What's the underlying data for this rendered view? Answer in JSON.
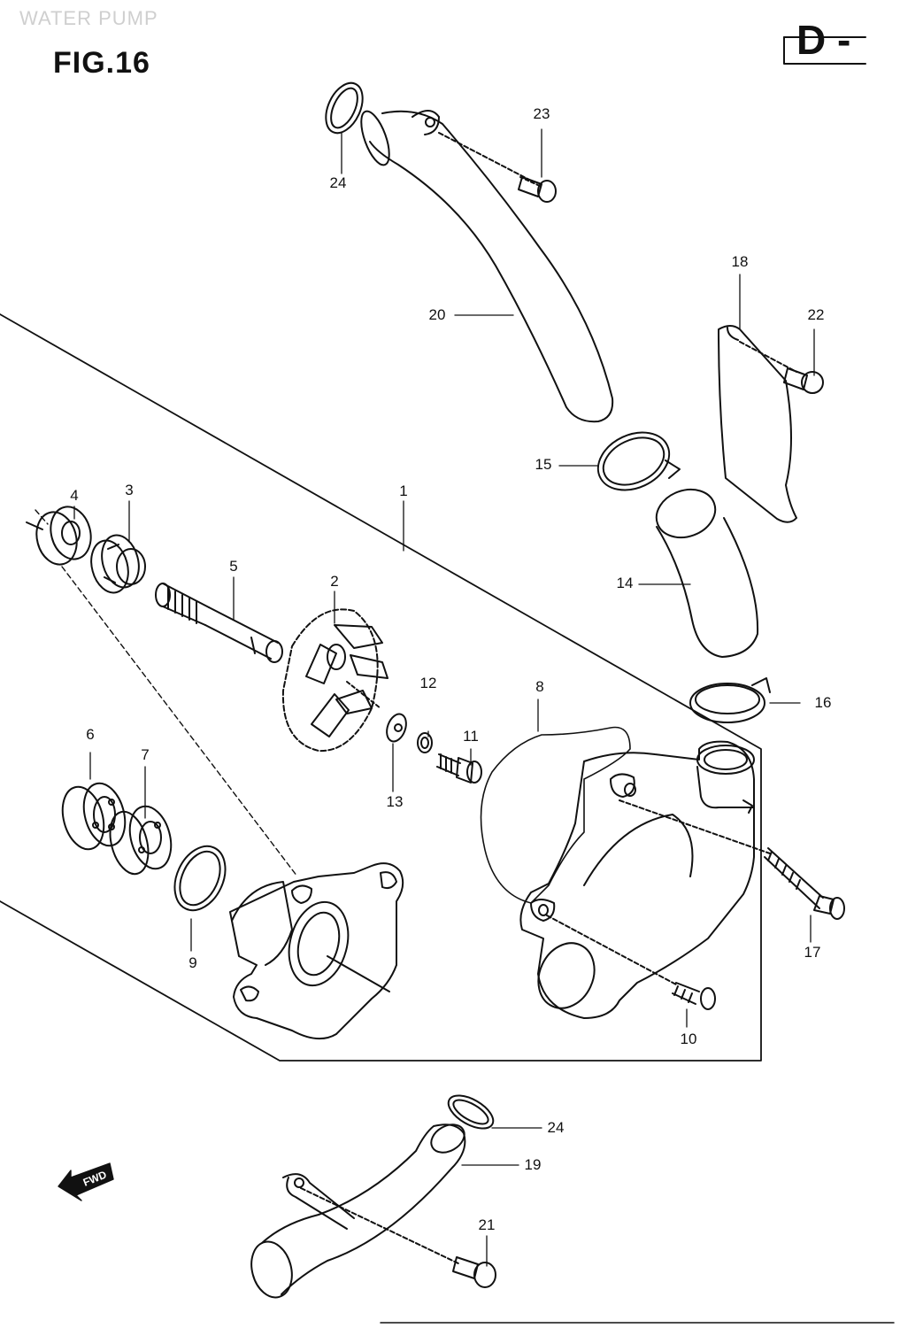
{
  "header": {
    "faint_title": "WATER PUMP",
    "figure_title": "FIG.16",
    "section_mark": "D -"
  },
  "direction_badge": {
    "label": "FWD",
    "icon": "forward-arrow-icon"
  },
  "callouts": {
    "p1": "1",
    "p2": "2",
    "p3": "3",
    "p4": "4",
    "p5": "5",
    "p6": "6",
    "p7": "7",
    "p8": "8",
    "p9": "9",
    "p10": "10",
    "p11": "11",
    "p12": "12",
    "p13": "13",
    "p14": "14",
    "p15": "15",
    "p16": "16",
    "p17": "17",
    "p18": "18",
    "p19": "19",
    "p20": "20",
    "p21": "21",
    "p22": "22",
    "p23": "23",
    "p24_top": "24",
    "p24_bottom": "24"
  }
}
